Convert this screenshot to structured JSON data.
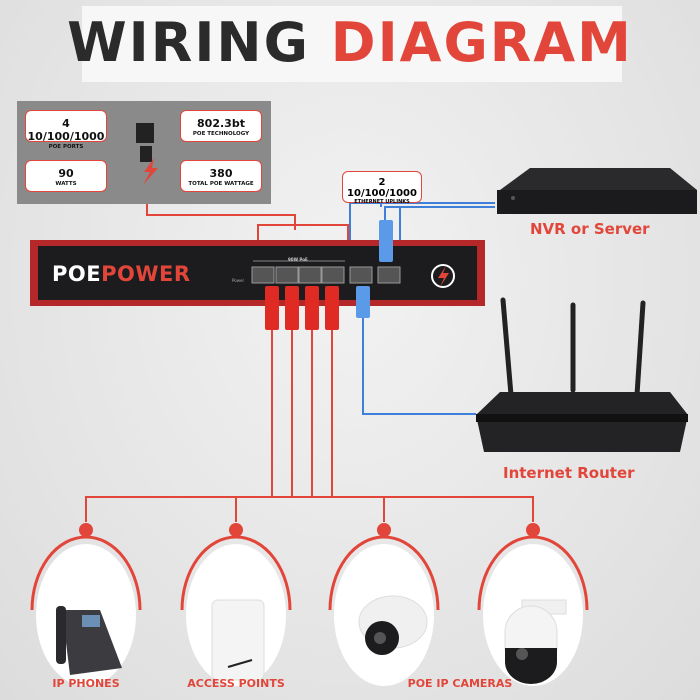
{
  "title": {
    "part1": "WIRING",
    "part2": "DIAGRAM"
  },
  "specs": [
    {
      "value": "4 10/100/1000",
      "label": "POE PORTS"
    },
    {
      "value": "802.3bt",
      "label": "POE TECHNOLOGY"
    },
    {
      "value": "90",
      "label": "WATTS"
    },
    {
      "value": "380",
      "label": "TOTAL POE WATTAGE"
    }
  ],
  "uplinks": {
    "value": "2 10/100/1000",
    "label": "ETHERNET UPLINKS"
  },
  "switch": {
    "brand_part1": "POE",
    "brand_part2": "POWER",
    "port_group_label": "90W PoE",
    "power_label": "Power"
  },
  "nvr": {
    "label": "NVR or Server"
  },
  "router": {
    "label": "Internet Router"
  },
  "devices": [
    {
      "label": "IP PHONES",
      "icon": "ip-phone-icon"
    },
    {
      "label": "ACCESS POINTS",
      "icon": "access-point-icon"
    },
    {
      "label": "POE IP CAMERAS",
      "icon": "dome-camera-icon"
    },
    {
      "label": "",
      "icon": "ptz-camera-icon"
    }
  ],
  "colors": {
    "accent": "#e2463a",
    "dark": "#2b2b2b",
    "uplink": "#3d7fd9",
    "panel": "#8a8a8a"
  }
}
